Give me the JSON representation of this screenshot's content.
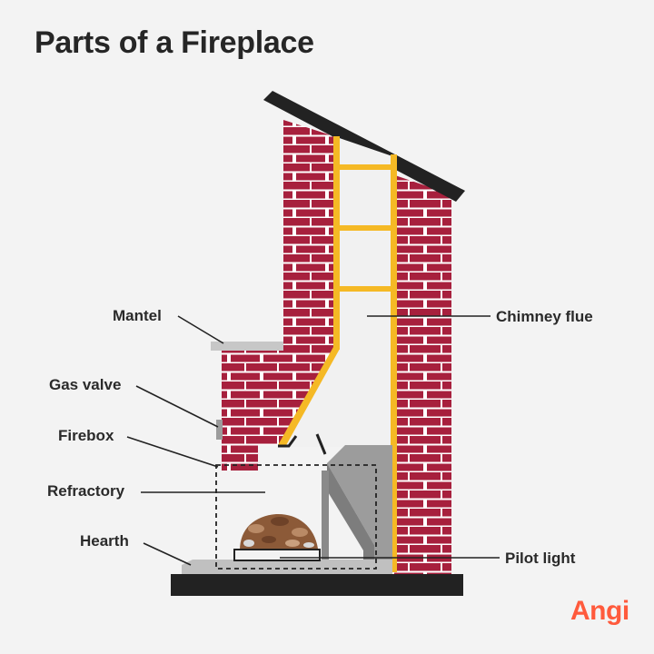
{
  "title": "Parts of a Fireplace",
  "labels": {
    "mantel": "Mantel",
    "gas_valve": "Gas valve",
    "firebox": "Firebox",
    "refractory": "Refractory",
    "hearth": "Hearth",
    "chimney_flue": "Chimney flue",
    "pilot_light": "Pilot light"
  },
  "brand": "Angi",
  "colors": {
    "brick": "#a7203d",
    "mortar": "#ffffff",
    "flue_frame": "#f5b925",
    "roof": "#222222",
    "mantel": "#c7c7c7",
    "stone": "#9c9c9c",
    "logs": "#8c5a38",
    "background": "#f3f3f3",
    "brand": "#ff5a3c"
  }
}
